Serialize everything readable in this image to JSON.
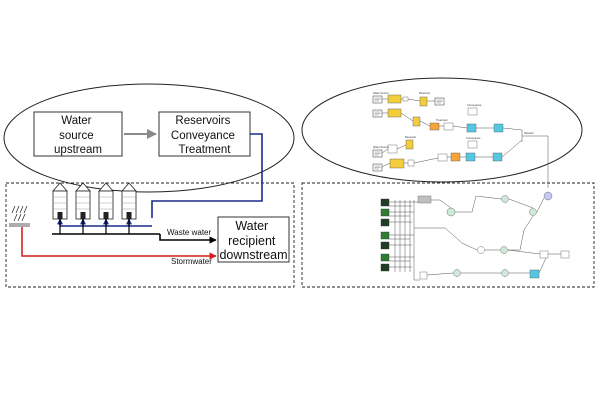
{
  "left_panel": {
    "source_box": [
      "Water",
      "source",
      "upstream"
    ],
    "reservoirs_box": [
      "Reservoirs",
      "Conveyance",
      "Treatment"
    ],
    "recipient_box": [
      "Water",
      "recipient",
      "downstream"
    ],
    "waste_water_label": "Waste water",
    "stormwater_label": "Stormwater"
  },
  "colors": {
    "supply_line": "#1c2a8c",
    "waste_line": "#000000",
    "storm_line": "#d81f1f",
    "arrow_gray": "#8a8a8a"
  },
  "icons": {
    "building": "building-icon",
    "rainfall": "rainfall-icon"
  }
}
